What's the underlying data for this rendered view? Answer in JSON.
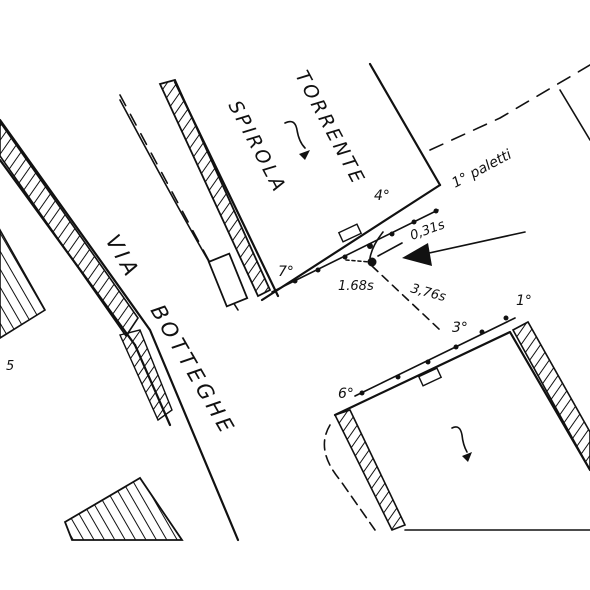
{
  "labels": {
    "road_via": "VIA",
    "road_botteghe": "BOTTEGHE",
    "stream_1": "TORRENTE",
    "stream_2": "SPIROLA",
    "paletti_note": "1° paletti",
    "post_4": "4°",
    "post_7": "7°",
    "post_3": "3°",
    "post_1b": "1°",
    "post_6": "6°",
    "dist_0_31": "0,31s",
    "dist_1_68": "1.68s",
    "dist_3_76": "3,76s",
    "left_edge_num": "5"
  },
  "icons": {
    "pointer": "arrow-left-icon",
    "flow_1": "squiggle-arrow-icon",
    "flow_2": "squiggle-arrow-icon"
  }
}
